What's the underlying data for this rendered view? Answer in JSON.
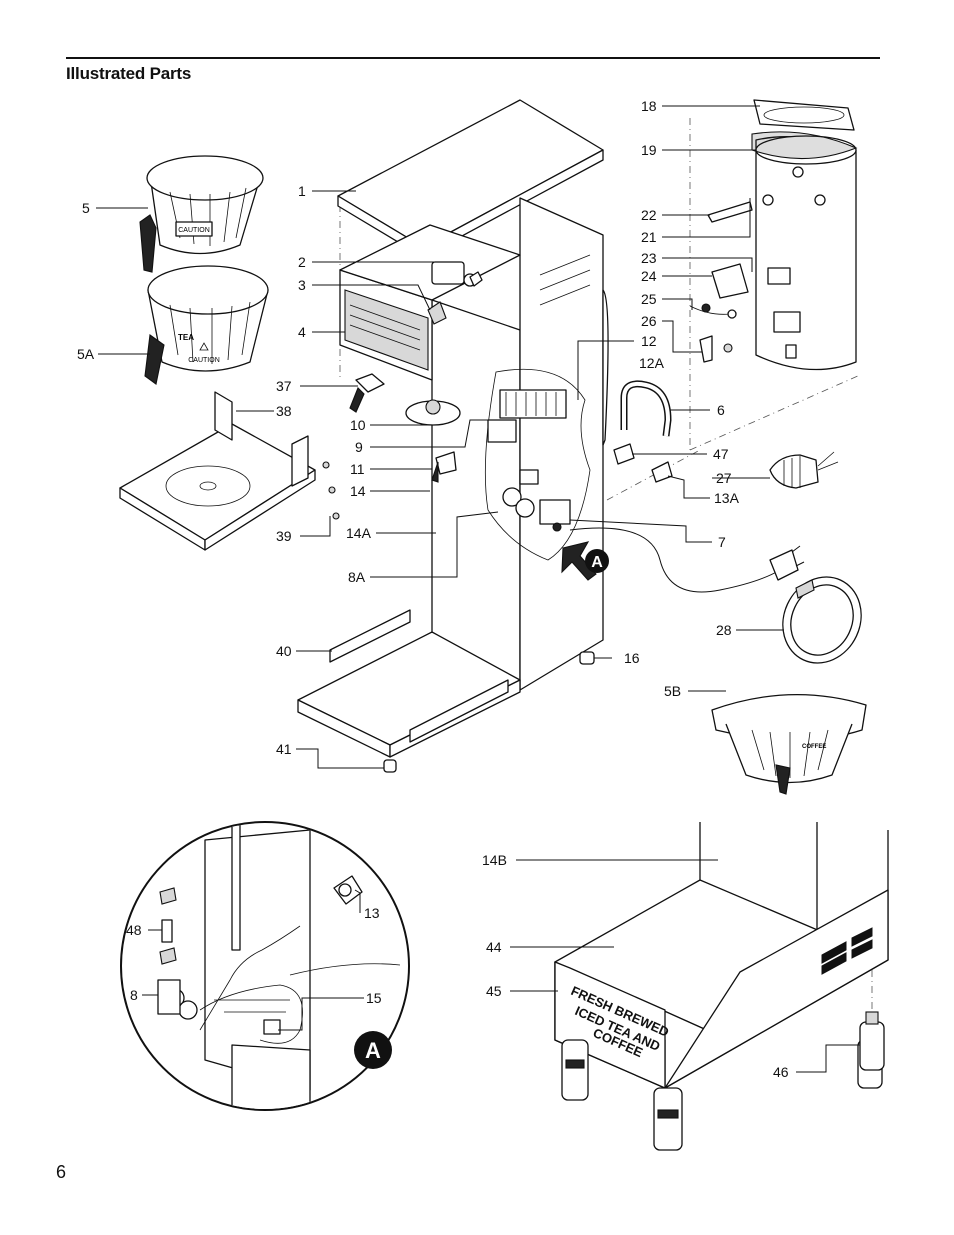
{
  "page": {
    "title": "Illustrated Parts",
    "page_number": "6"
  },
  "callouts": {
    "c1": "1",
    "c2": "2",
    "c3": "3",
    "c4": "4",
    "c5": "5",
    "c5a": "5A",
    "c5b": "5B",
    "c6": "6",
    "c7": "7",
    "c8": "8",
    "c8a": "8A",
    "c9": "9",
    "c10": "10",
    "c11": "11",
    "c12": "12",
    "c12a": "12A",
    "c13": "13",
    "c13a": "13A",
    "c14": "14",
    "c14a": "14A",
    "c14b": "14B",
    "c15": "15",
    "c16": "16",
    "c18": "18",
    "c19": "19",
    "c21": "21",
    "c22": "22",
    "c23": "23",
    "c24": "24",
    "c25": "25",
    "c26": "26",
    "c27": "27",
    "c28": "28",
    "c37": "37",
    "c38": "38",
    "c39": "39",
    "c40": "40",
    "c41": "41",
    "c44": "44",
    "c45": "45",
    "c46": "46",
    "c47": "47",
    "c48": "48"
  },
  "detail": {
    "marker": "A",
    "inset_marker": "A"
  },
  "product_text": {
    "caution": "CAUTION",
    "tea": "TEA",
    "coffee": "COFFEE",
    "stand_sign_line1": "FRESH BREWED",
    "stand_sign_line2": "ICED TEA AND",
    "stand_sign_line3": "COFFEE"
  }
}
